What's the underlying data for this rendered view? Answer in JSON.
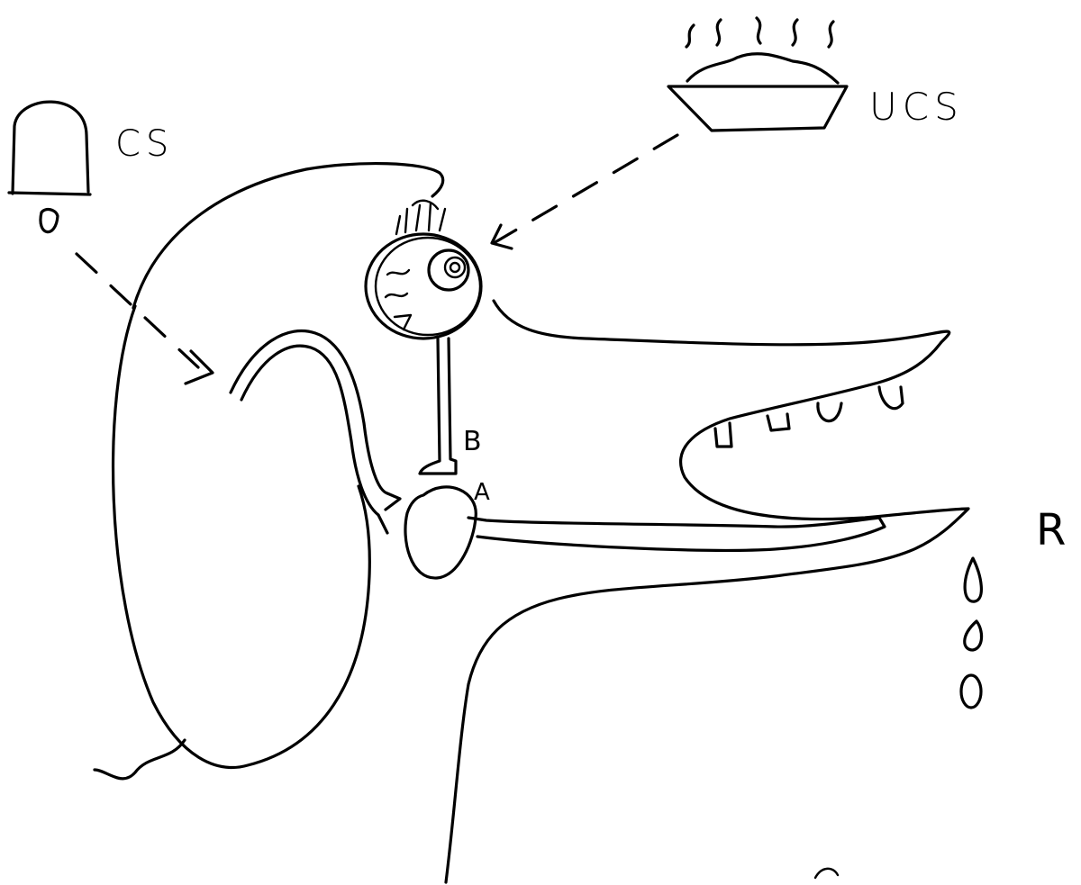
{
  "labels": {
    "cs": "CS",
    "ucs": "UCS",
    "r": "R",
    "b": "B",
    "a": "A"
  },
  "colors": {
    "ink": "#000000",
    "paper": "#ffffff"
  }
}
